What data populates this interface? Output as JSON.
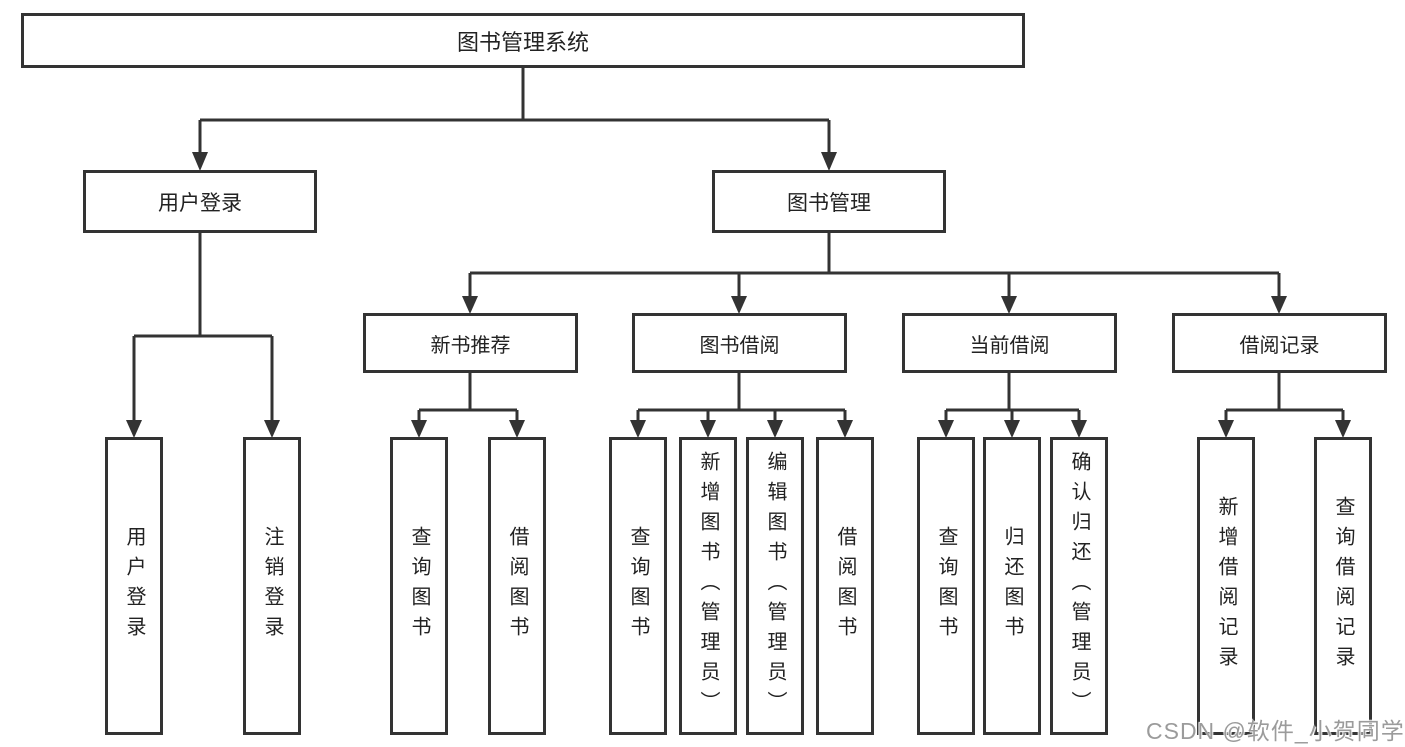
{
  "title": {
    "label": "图书管理系统"
  },
  "branches": {
    "user": {
      "label": "用户登录",
      "leaves": [
        "用户登录",
        "注销登录"
      ]
    },
    "books": {
      "label": "图书管理",
      "sections": [
        {
          "label": "新书推荐",
          "leaves": [
            "查询图书",
            "借阅图书"
          ]
        },
        {
          "label": "图书借阅",
          "leaves": [
            "查询图书",
            "新增图书（管理员）",
            "编辑图书（管理员）",
            "借阅图书"
          ]
        },
        {
          "label": "当前借阅",
          "leaves": [
            "查询图书",
            "归还图书",
            "确认归还（管理员）"
          ]
        },
        {
          "label": "借阅记录",
          "leaves": [
            "新增借阅记录",
            "查询借阅记录"
          ]
        }
      ]
    }
  },
  "watermark": {
    "text": "CSDN @软件_小贺同学"
  },
  "colors": {
    "line": "#333333",
    "box_fill": "#ffffff",
    "text": "#222222",
    "watermark": "#9b9b9b",
    "background": "#ffffff"
  }
}
